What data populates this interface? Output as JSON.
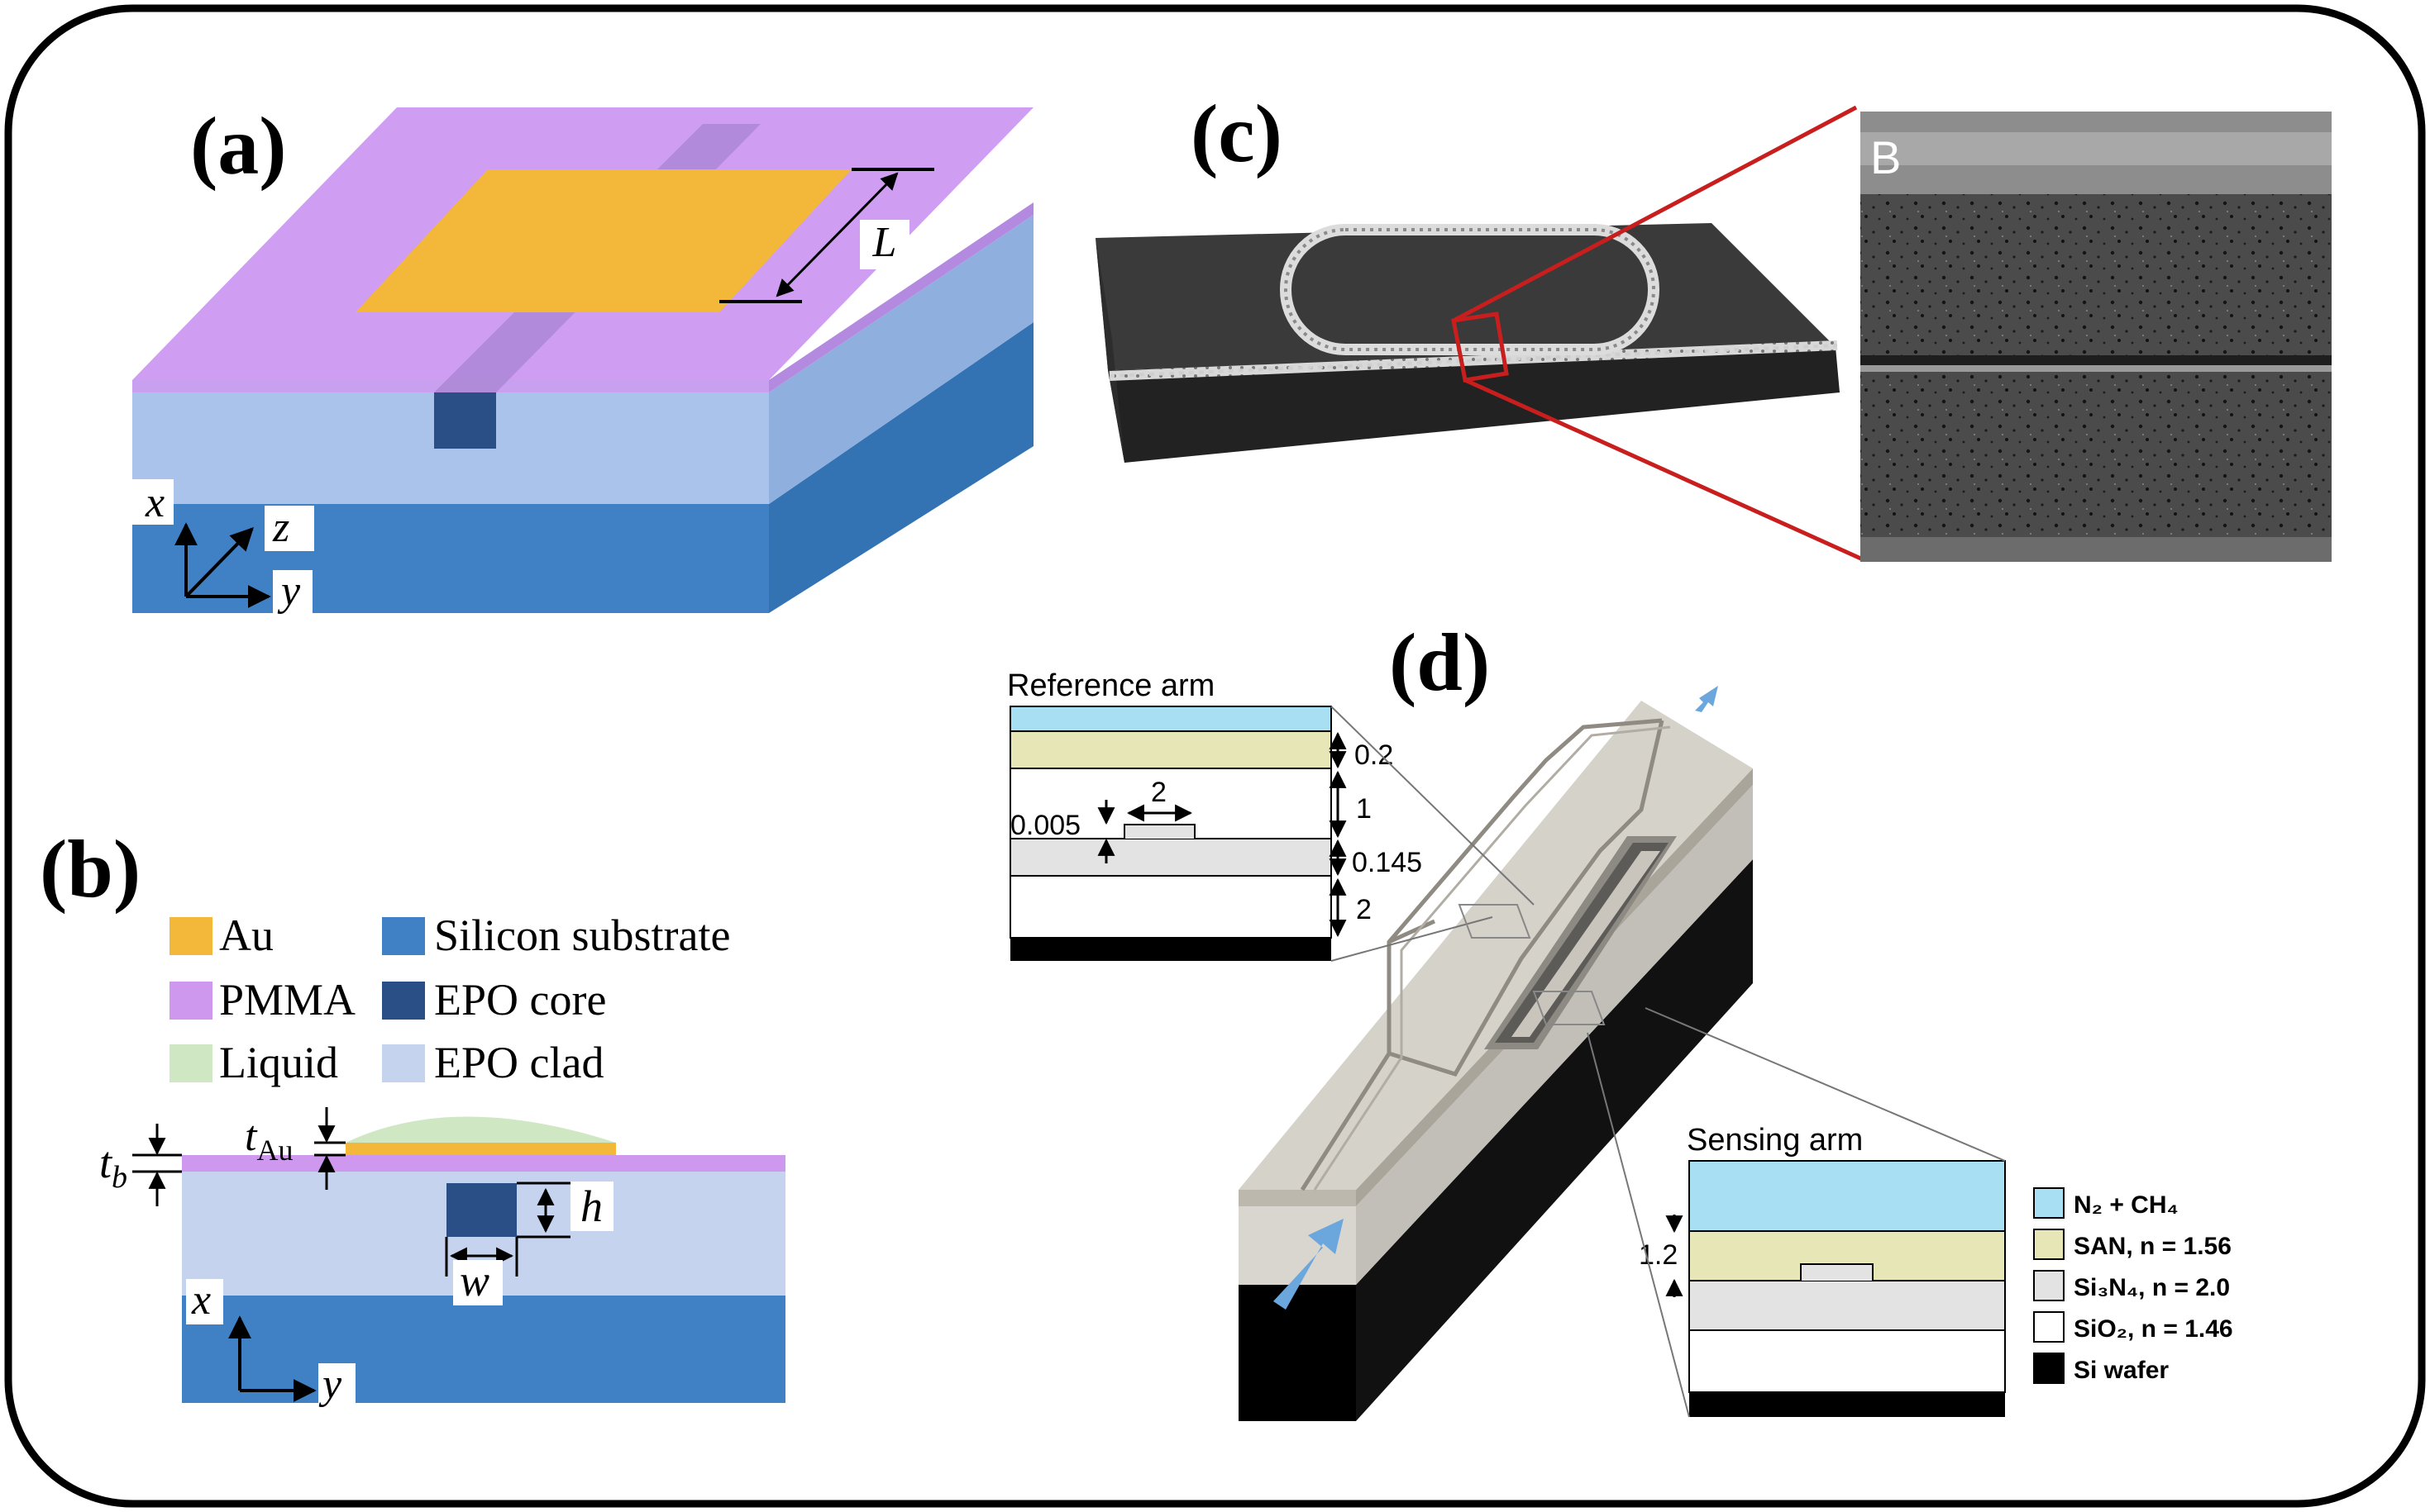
{
  "panels": {
    "a": {
      "label": "(a)",
      "dim_L": "L",
      "axis_x": "x",
      "axis_y": "y",
      "axis_z": "z"
    },
    "b": {
      "label": "(b)",
      "legend": [
        {
          "label": "Au",
          "color": "#f3b83a"
        },
        {
          "label": "PMMA",
          "color": "#cf98ef"
        },
        {
          "label": "Liquid",
          "color": "#cfe7c3"
        },
        {
          "label": "Silicon substrate",
          "color": "#3f81c4"
        },
        {
          "label": "EPO core",
          "color": "#2a4f86"
        },
        {
          "label": "EPO clad",
          "color": "#c5d3ef"
        }
      ],
      "dim_tb": "t",
      "dim_tb_sub": "b",
      "dim_tAu": "t",
      "dim_tAu_sub": "Au",
      "dim_h": "h",
      "dim_w": "w",
      "axis_x": "x",
      "axis_y": "y"
    },
    "c": {
      "label": "(c)",
      "inset_letter": "B"
    },
    "d": {
      "label": "(d)",
      "reference": {
        "title": "Reference arm",
        "dims": [
          "0.2",
          "1",
          "0.145",
          "2"
        ],
        "dim_width": "2",
        "dim_step": "0.005"
      },
      "sensing": {
        "title": "Sensing arm",
        "dim": "1.2"
      },
      "legend": [
        {
          "label": "N₂ + CH₄",
          "color": "#a8dff2"
        },
        {
          "label": "SAN, n = 1.56",
          "color": "#e7e6b6"
        },
        {
          "label": "Si₃N₄, n = 2.0",
          "color": "#e3e3e3"
        },
        {
          "label": "SiO₂, n = 1.46",
          "color": "#ffffff"
        },
        {
          "label": "Si wafer",
          "color": "#000000"
        }
      ]
    }
  }
}
